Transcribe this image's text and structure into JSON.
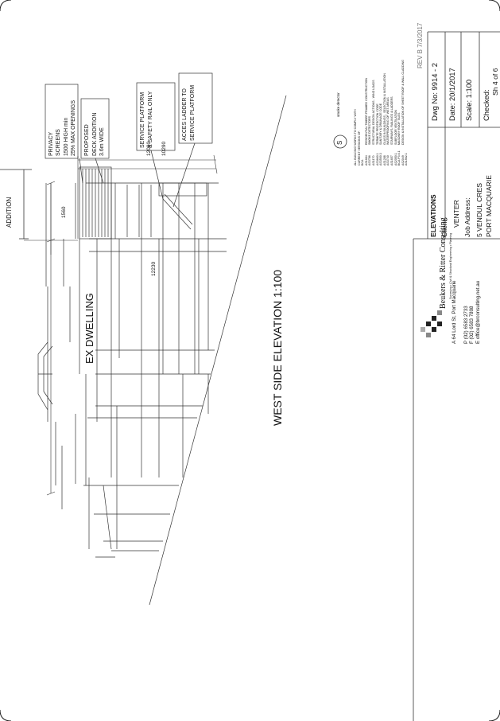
{
  "drawing": {
    "title": "WEST SIDE ELEVATION 1:100",
    "addition_label": "ADDITION",
    "ex_dwelling_label": "EX DWELLING",
    "dimensions": {
      "d1560": "1560",
      "d12230": "12230",
      "d12090": "12090",
      "d10290": "10290"
    }
  },
  "callouts": {
    "privacy": [
      "PRIVACY",
      "SCREENS",
      "1500 HIGH min",
      "25% MAX OPENINGS"
    ],
    "deck": [
      "PROPOSED",
      "DECK ADDITION",
      "3.6m WIDE"
    ],
    "platform": [
      "SERVICE PLATFORM",
      "& SAFETY RAIL ONLY"
    ],
    "ladder": [
      "ACCES LADDER TO",
      "SERVICE PLATFORM"
    ]
  },
  "legend": {
    "symbol": "S",
    "label": "smoke detector"
  },
  "compliance": {
    "heading": [
      "ALL BUILDING WORKS TO COMPLY WITH",
      "CURRENT VERSIONS OF:"
    ],
    "items": [
      [
        "BCA",
        ""
      ],
      [
        "AS1684",
        "RESIDENTIAL TIMBER FRAMED CONSTRUCTION"
      ],
      [
        "AS3786",
        "SMOKE DETECTORS"
      ],
      [
        "AS1170",
        "STRUCTURAL DESIGN ACTIONS - WIND LOADS"
      ],
      [
        "AS3660.1",
        "TERMITE PROTECTION CODE"
      ],
      [
        "AS3500.3",
        "SANITARY & DRAINAGE CODE"
      ],
      [
        "AS1288",
        "GLASS IN BUILDINGS - SELECTION & INSTALLATION"
      ],
      [
        "AS3740",
        "WATERPROOFING OF WET AREAS"
      ],
      [
        "AS1657",
        "STAIRWAYS, RAILINGS & LADDERS"
      ],
      [
        "AS2050.1",
        "SUBFLOOR VENTILATION"
      ],
      [
        "BCA P3.6.1",
        "MASONRY ROOF TILES"
      ],
      [
        "AS2049",
        "DESIGN & INSTALLATION OF SHEET ROOF & WALL CLADDING"
      ],
      [
        "AS1562.1",
        ""
      ]
    ]
  },
  "firm": {
    "name": "Beukers & Ritter Consulting",
    "tagline": "Surveying • Civil & Structural Engineering • Planning",
    "address": "A  64 Lord St, Port Macquarie",
    "phone": "P  (02) 6583 2733",
    "fax": "F  (02) 6583 7808",
    "email": "E  office@brconsulting.net.au"
  },
  "title_block": {
    "sheet_title": "ELEVATIONS",
    "client_label": "Client:",
    "client": "VENTER",
    "job_address_label": "Job Address:",
    "address_line1": "5 VENDUL CRES",
    "address_line2": "PORT MACQUARIE",
    "dwg_no": "Dwg No:  9914 - 2",
    "date": "Date:  20/1/2017",
    "scale": "Scale:  1:100",
    "checked": "Checked:",
    "sheet": "Sh   4   of   6",
    "revision": "REV B 7/3/2017"
  }
}
